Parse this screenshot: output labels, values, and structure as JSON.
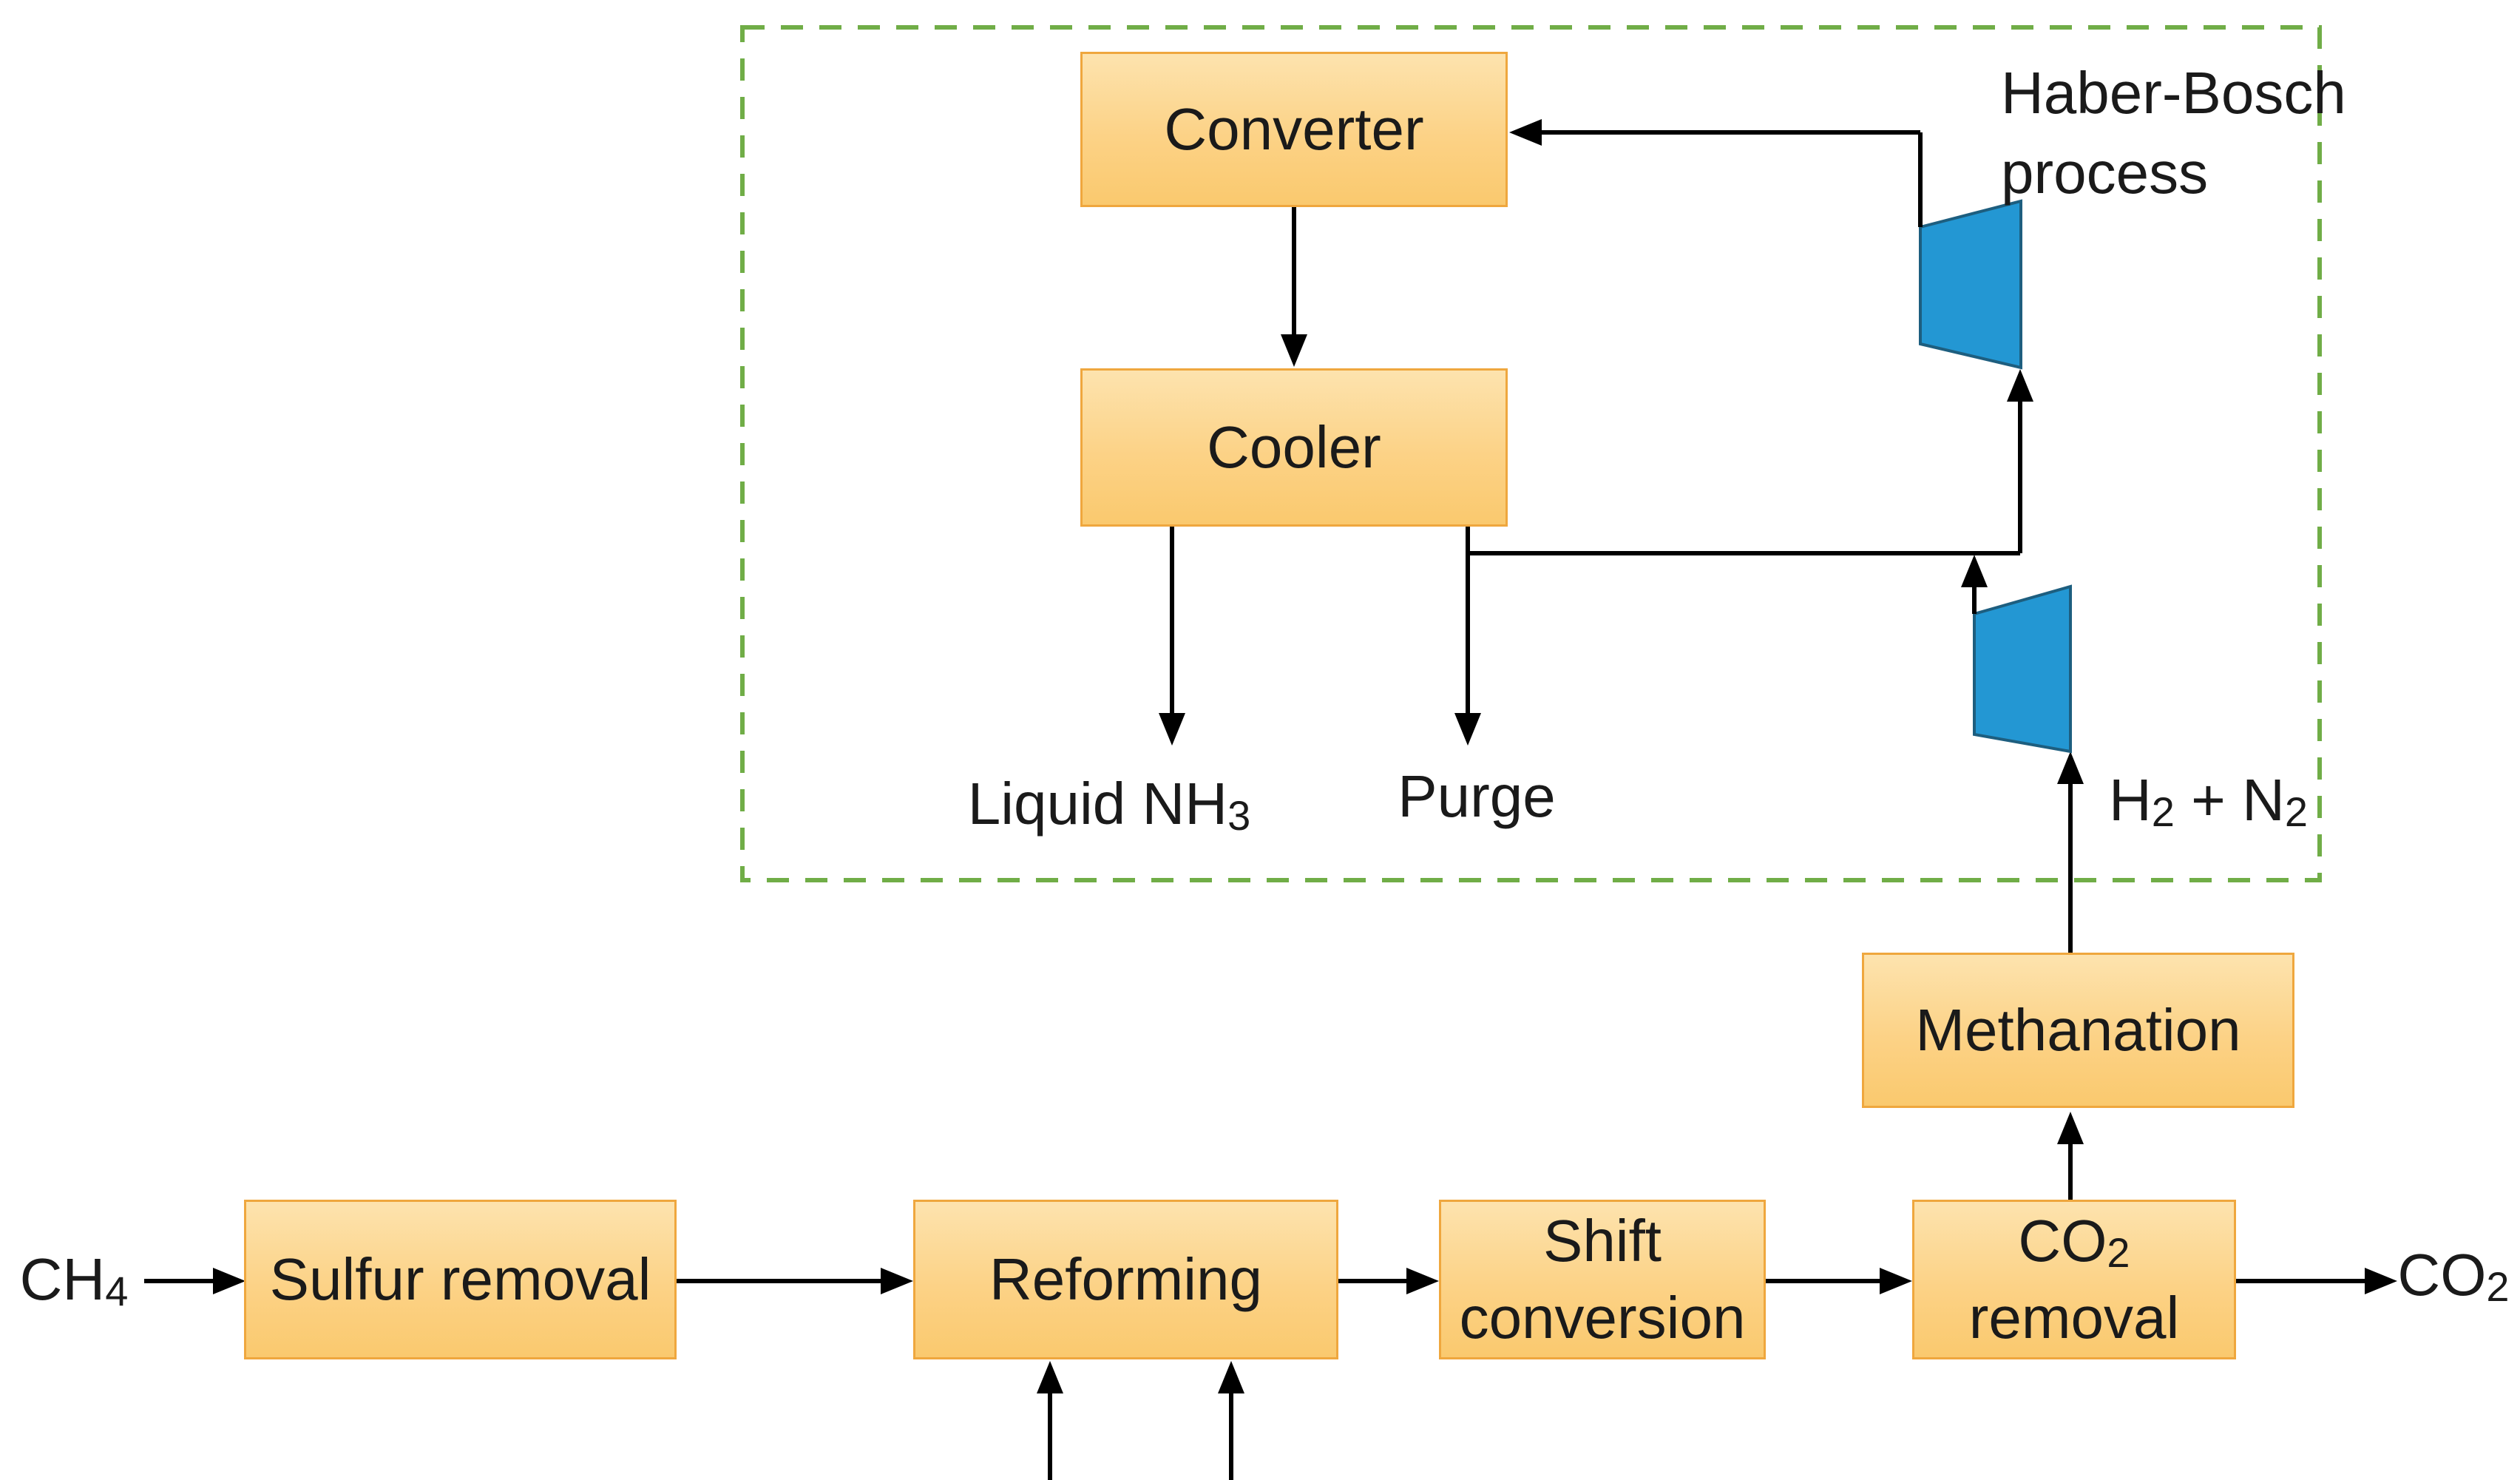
{
  "diagram": {
    "title": {
      "line1": "Haber-Bosch",
      "line2": "process"
    },
    "boxes": {
      "converter": "Converter",
      "cooler": "Cooler",
      "methanation": "Methanation",
      "sulfur_removal": "Sulfur removal",
      "reforming": "Reforming",
      "shift_conversion": {
        "line1": "Shift",
        "line2": "conversion"
      },
      "co2_removal": {
        "line1_main": "CO",
        "line1_sub": "2",
        "line2": "removal"
      }
    },
    "stream_labels": {
      "ch4_in": {
        "main": "CH",
        "sub": "4"
      },
      "co2_out": {
        "main": "CO",
        "sub": "2"
      },
      "liquid_nh3": {
        "main": "Liquid NH",
        "sub": "3"
      },
      "purge": "Purge",
      "h2_n2": {
        "p1": "H",
        "s1": "2",
        "p2": " + N",
        "s2": "2"
      }
    },
    "colors": {
      "process_box_fill": "#FCD286",
      "process_box_border": "#EFA73E",
      "compressor_blue": "#2397D3",
      "compressor_blue_border": "#1D5E7F",
      "boundary_dash_green": "#70AD47",
      "arrow_black": "#000000",
      "background": "#FFFFFF"
    }
  }
}
